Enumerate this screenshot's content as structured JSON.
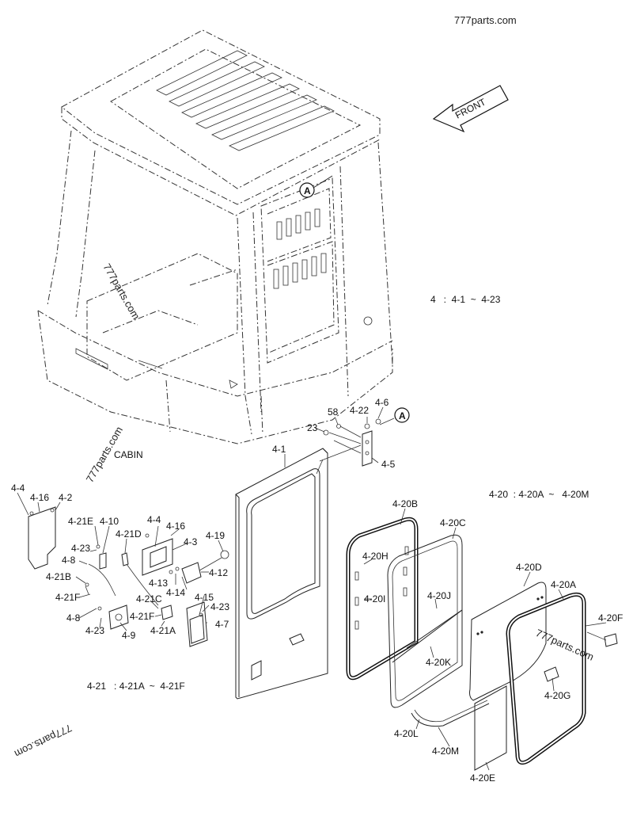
{
  "watermarks": {
    "top": "777parts.com",
    "left_middle": "777parts.com",
    "left_lower": "777parts.com",
    "bottom_left": "777parts.com",
    "right": "777parts.com"
  },
  "front_label": "FRONT",
  "cabin_label": "CABIN",
  "callout_a": "A",
  "group_ranges": {
    "g4": "4   :  4-1  ~  4-23",
    "g420": "4-20  : 4-20A  ~   4-20M",
    "g421": "4-21   : 4-21A  ~  4-21F"
  },
  "parts": {
    "p23a": "23",
    "p58": "58",
    "p422": "4-22",
    "p46": "4-6",
    "p45": "4-5",
    "p41": "4-1",
    "p44a": "4-4",
    "p416a": "4-16",
    "p42": "4-2",
    "p421e": "4-21E",
    "p410": "4-10",
    "p421d": "4-21D",
    "p44b": "4-4",
    "p416b": "4-16",
    "p43": "4-3",
    "p419": "4-19",
    "p423a": "4-23",
    "p48a": "4-8",
    "p421b": "4-21B",
    "p412": "4-12",
    "p413": "4-13",
    "p414": "4-14",
    "p415": "4-15",
    "p423b": "4-23",
    "p421c": "4-21C",
    "p421f": "4-21F",
    "p421f2": "4-21F",
    "p421a": "4-21A",
    "p47": "4-7",
    "p48b": "4-8",
    "p423c": "4-23",
    "p49": "4-9",
    "p420b": "4-20B",
    "p420c": "4-20C",
    "p420h": "4-20H",
    "p420i": "4-20I",
    "p420j": "4-20J",
    "p420k": "4-20K",
    "p420d": "4-20D",
    "p420a": "4-20A",
    "p420f": "4-20F",
    "p420g": "4-20G",
    "p420l": "4-20L",
    "p420m": "4-20M",
    "p420e": "4-20E"
  }
}
